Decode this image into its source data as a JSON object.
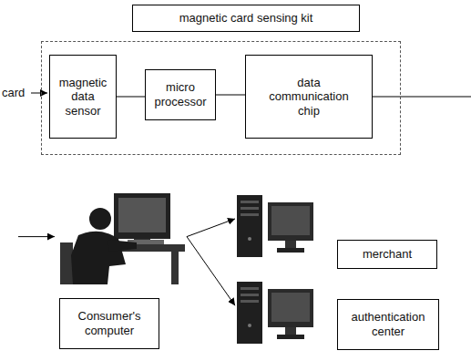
{
  "diagram": {
    "nodes": [
      {
        "text": [
          "magnetic card sensing kit"
        ]
      },
      {
        "text": [
          "magnetic data sensor"
        ],
        "in": 0
      },
      {
        "text": [
          "micro processor"
        ],
        "in": 0
      },
      {
        "text": [
          "data communication chip"
        ],
        "in": 0
      },
      {
        "text": [
          "Consumer's computer"
        ]
      },
      {
        "text": [
          "merchant"
        ]
      },
      {
        "text": [
          "authentication center"
        ]
      }
    ],
    "edges": [
      {
        "from": 1,
        "to": 2,
        "arrow": "none"
      },
      {
        "from": 2,
        "to": 3,
        "arrow": "none"
      },
      {
        "from": 3,
        "to": 4,
        "arrow": "to"
      },
      {
        "from": 4,
        "to": 5,
        "arrow": "to"
      },
      {
        "from": 4,
        "to": 6,
        "arrow": "to"
      }
    ],
    "labels": [
      "card"
    ]
  }
}
